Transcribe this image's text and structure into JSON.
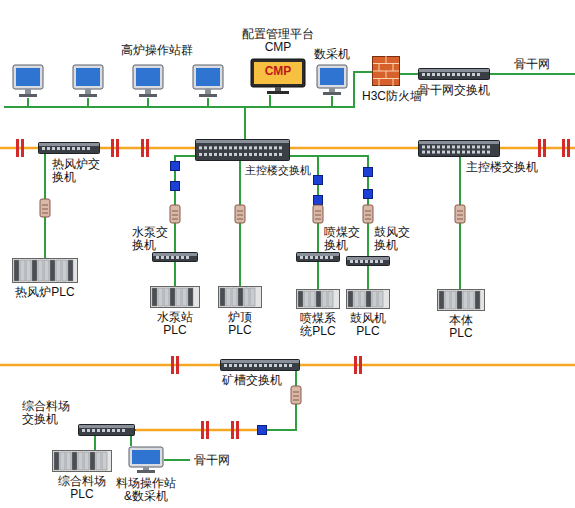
{
  "diagram": {
    "nodes": [
      {
        "text": [
          "高炉操作站群"
        ]
      },
      {
        "text": [
          "配置管理平台 CMP",
          "CMP"
        ]
      },
      {
        "text": [
          "数采机"
        ]
      },
      {
        "text": [
          "H3C防火墙"
        ]
      },
      {
        "text": [
          "骨干网交换机"
        ]
      },
      {
        "text": [
          "热风炉交换机"
        ]
      },
      {
        "text": [
          "主控楼交换机"
        ]
      },
      {
        "text": [
          "主控楼交换机"
        ]
      },
      {
        "text": [
          "水泵交换机"
        ]
      },
      {
        "text": [
          "喷煤交换机"
        ]
      },
      {
        "text": [
          "鼓风交换机"
        ]
      },
      {
        "text": [
          "热风炉PLC"
        ]
      },
      {
        "text": [
          "水泵站PLC"
        ]
      },
      {
        "text": [
          "炉顶PLC"
        ]
      },
      {
        "text": [
          "喷煤系统PLC"
        ]
      },
      {
        "text": [
          "鼓风机PLC"
        ]
      },
      {
        "text": [
          "本体PLC"
        ]
      },
      {
        "text": [
          "矿槽交换机"
        ]
      },
      {
        "text": [
          "综合料场交换机"
        ]
      },
      {
        "text": [
          "综合料场PLC"
        ]
      },
      {
        "text": [
          "料场操作站&数采机"
        ]
      }
    ],
    "edges": [
      {
        "from": 0,
        "to": 6,
        "arrow": "none"
      },
      {
        "from": 1,
        "to": 6,
        "arrow": "none"
      },
      {
        "from": 2,
        "to": 6,
        "arrow": "none"
      },
      {
        "from": 3,
        "to": 6,
        "arrow": "none"
      },
      {
        "from": 3,
        "to": 4,
        "arrow": "none"
      },
      {
        "from": 5,
        "to": 6,
        "arrow": "none"
      },
      {
        "from": 6,
        "to": 7,
        "arrow": "none"
      },
      {
        "from": 5,
        "to": 11,
        "arrow": "none"
      },
      {
        "from": 6,
        "to": 8,
        "arrow": "none"
      },
      {
        "from": 6,
        "to": 13,
        "arrow": "none"
      },
      {
        "from": 6,
        "to": 9,
        "arrow": "none"
      },
      {
        "from": 6,
        "to": 10,
        "arrow": "none"
      },
      {
        "from": 8,
        "to": 12,
        "arrow": "none"
      },
      {
        "from": 9,
        "to": 14,
        "arrow": "none"
      },
      {
        "from": 10,
        "to": 15,
        "arrow": "none"
      },
      {
        "from": 7,
        "to": 16,
        "arrow": "none"
      },
      {
        "from": 17,
        "to": 18,
        "arrow": "none"
      },
      {
        "from": 18,
        "to": 19,
        "arrow": "none"
      },
      {
        "from": 18,
        "to": 20,
        "arrow": "none"
      }
    ],
    "labels": [
      "骨干网",
      "骨干网"
    ]
  }
}
